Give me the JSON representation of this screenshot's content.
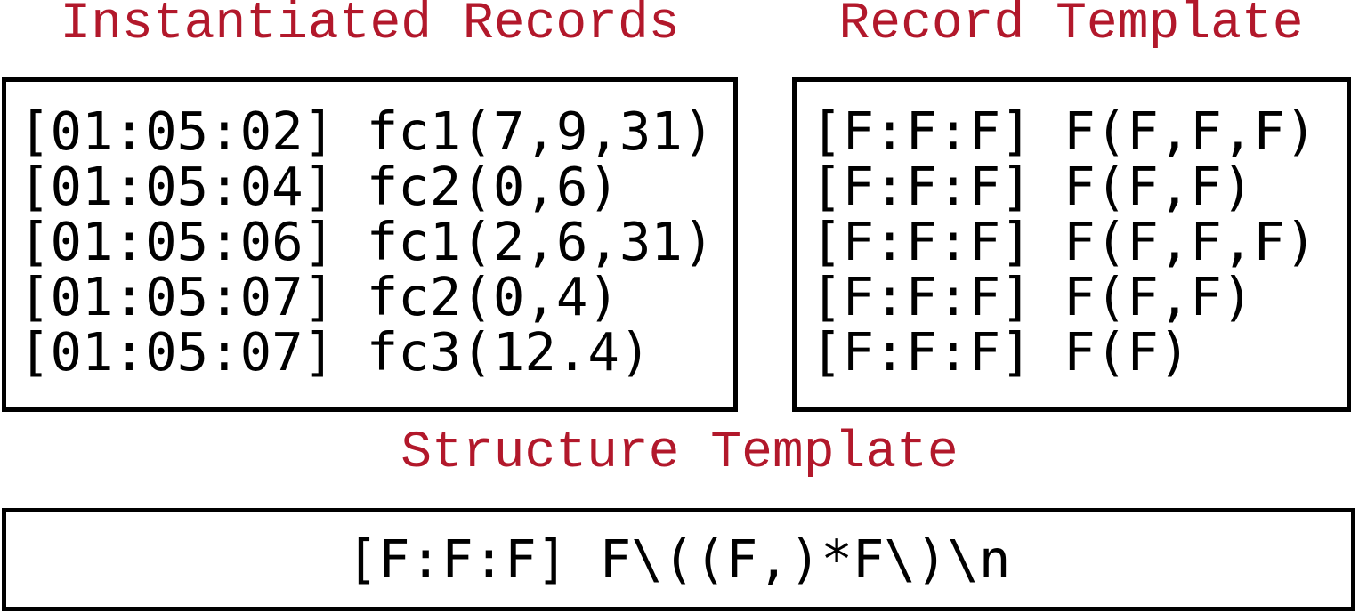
{
  "colors": {
    "title": "#b2182b",
    "border": "#000000",
    "text": "#000000",
    "background": "#ffffff"
  },
  "panels": {
    "instantiated_records": {
      "title": "Instantiated Records",
      "lines": [
        "[01:05:02] fc1(7,9,31)",
        "[01:05:04] fc2(0,6)",
        "[01:05:06] fc1(2,6,31)",
        "[01:05:07] fc2(0,4)",
        "[01:05:07] fc3(12.4)"
      ]
    },
    "record_template": {
      "title": "Record Template",
      "lines": [
        "[F:F:F] F(F,F,F)",
        "[F:F:F] F(F,F)",
        "[F:F:F] F(F,F,F)",
        "[F:F:F] F(F,F)",
        "[F:F:F] F(F)"
      ]
    },
    "structure_template": {
      "title": "Structure Template",
      "pattern": "[F:F:F] F\\((F,)*F\\)\\n"
    }
  }
}
